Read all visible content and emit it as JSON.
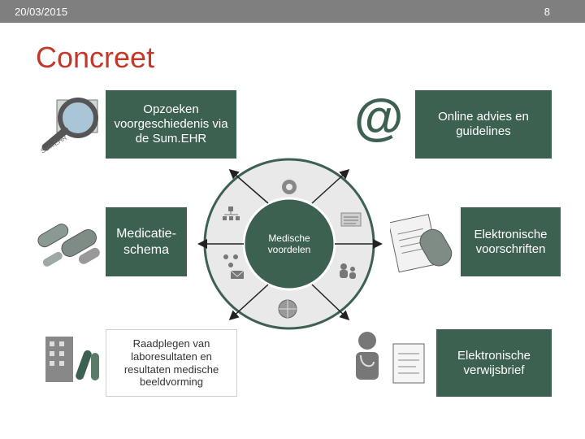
{
  "header": {
    "date": "20/03/2015",
    "slide_number": "8"
  },
  "slide": {
    "title": "Concreet"
  },
  "center": {
    "label": "Medische voordelen"
  },
  "boxes": {
    "top_left": "Opzoeken voorgeschiedenis via de Sum.EHR",
    "top_right": "Online advies en guidelines",
    "mid_left": "Medicatie-schema",
    "mid_right": "Elektronische voorschriften",
    "bottom_left": "Raadplegen van laboresultaten en resultaten medische beeldvorming",
    "bottom_right": "Elektronische verwijsbrief"
  },
  "icons": {
    "magnifier_label": "Sum.EHR",
    "at_symbol": "@"
  },
  "colors": {
    "accent_green": "#3d6150",
    "title_red": "#c0392b",
    "ring_gray": "#e6e6e6"
  }
}
